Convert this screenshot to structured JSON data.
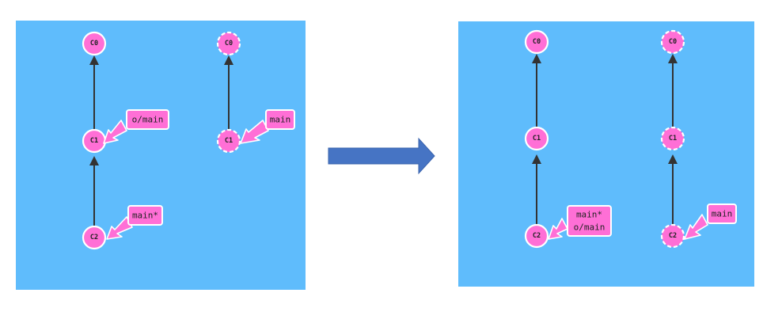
{
  "colors": {
    "panel": "#5fbcfc",
    "commit": "#ff6fd6",
    "edge": "#333333",
    "transition_arrow": "#4674c4"
  },
  "before": {
    "local": {
      "commits": [
        {
          "id": "C0"
        },
        {
          "id": "C1"
        },
        {
          "id": "C2"
        }
      ],
      "branches": [
        {
          "labels": [
            "o/main"
          ],
          "target": "C1"
        },
        {
          "labels": [
            "main*"
          ],
          "target": "C2"
        }
      ]
    },
    "remote": {
      "commits": [
        {
          "id": "C0"
        },
        {
          "id": "C1"
        }
      ],
      "branches": [
        {
          "labels": [
            "main"
          ],
          "target": "C1"
        }
      ]
    }
  },
  "after": {
    "local": {
      "commits": [
        {
          "id": "C0"
        },
        {
          "id": "C1"
        },
        {
          "id": "C2"
        }
      ],
      "branches": [
        {
          "labels": [
            "main*",
            "o/main"
          ],
          "target": "C2"
        }
      ]
    },
    "remote": {
      "commits": [
        {
          "id": "C0"
        },
        {
          "id": "C1"
        },
        {
          "id": "C2"
        }
      ],
      "branches": [
        {
          "labels": [
            "main"
          ],
          "target": "C2"
        }
      ]
    }
  }
}
